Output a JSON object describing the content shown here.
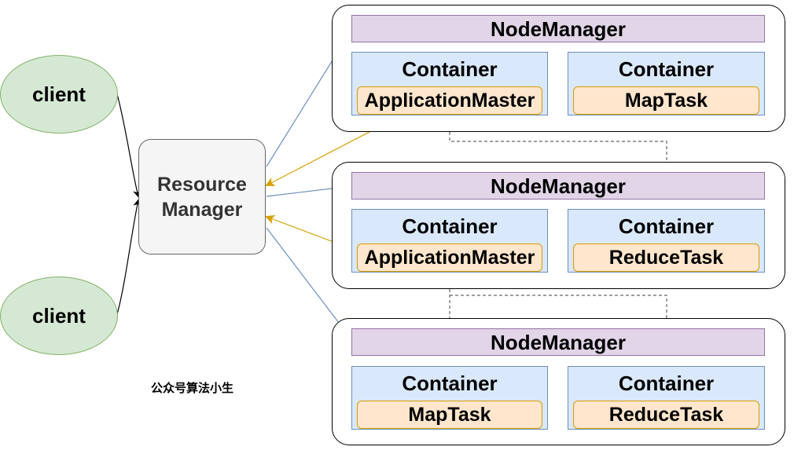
{
  "clients": [
    {
      "label": "client"
    },
    {
      "label": "client"
    }
  ],
  "resource_manager": {
    "line1": "Resource",
    "line2": "Manager"
  },
  "nodes": [
    {
      "title": "NodeManager",
      "containers": [
        {
          "title": "Container",
          "task": "ApplicationMaster"
        },
        {
          "title": "Container",
          "task": "MapTask"
        }
      ]
    },
    {
      "title": "NodeManager",
      "containers": [
        {
          "title": "Container",
          "task": "ApplicationMaster"
        },
        {
          "title": "Container",
          "task": "ReduceTask"
        }
      ]
    },
    {
      "title": "NodeManager",
      "containers": [
        {
          "title": "Container",
          "task": "MapTask"
        },
        {
          "title": "Container",
          "task": "ReduceTask"
        }
      ]
    }
  ],
  "watermark": "公众号算法小生",
  "colors": {
    "client_fill": "#d5e8d4",
    "node_manager_fill": "#e1d5e7",
    "container_fill": "#dae8fc",
    "task_fill": "#ffe6cc",
    "rm_to_nm_arrow": "#6c8ebf",
    "rm_am_arrow": "#d6a000",
    "dashed_arrow": "#666666"
  }
}
